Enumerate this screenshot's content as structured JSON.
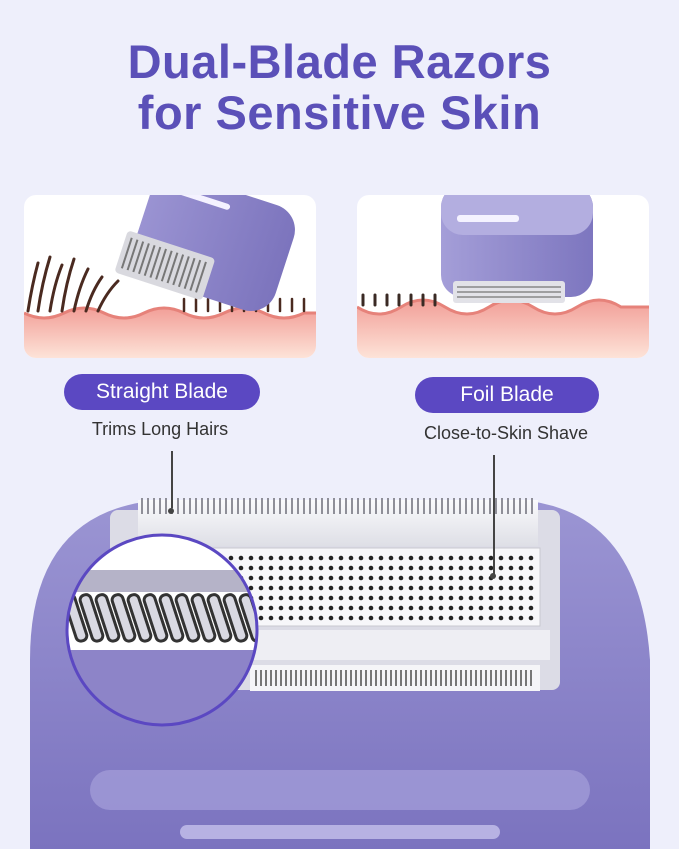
{
  "heading": {
    "line1": "Dual-Blade Razors",
    "line2": "for Sensitive Skin"
  },
  "blades": [
    {
      "label": "Straight Blade",
      "description": "Trims Long Hairs"
    },
    {
      "label": "Foil Blade",
      "description": "Close-to-Skin Shave"
    }
  ],
  "colors": {
    "accent": "#5b48c2",
    "title": "#5b50b8",
    "background": "#eeeffb",
    "device": "#8e87c9",
    "skin": "#f4b8b0"
  }
}
